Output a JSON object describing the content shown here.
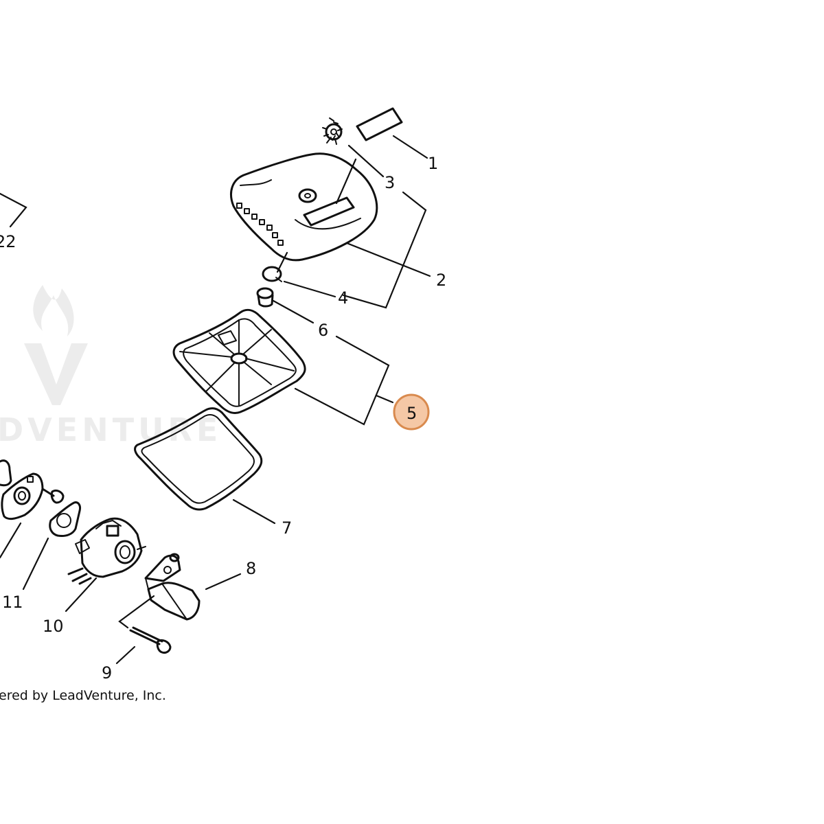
{
  "diagram": {
    "callouts": {
      "c1": "1",
      "c2": "2",
      "c3": "3",
      "c4": "4",
      "c5": "5",
      "c6": "6",
      "c7": "7",
      "c8": "8",
      "c9": "9",
      "c10": "10",
      "c11": "11",
      "c22": "22"
    },
    "highlighted_callout": "5",
    "highlight_color": "#f5c8a6",
    "highlight_border_color": "#d98a4e"
  },
  "watermark": {
    "text": "DVENTURE",
    "icon": "flame-v-logo-icon"
  },
  "footer": {
    "credit": "ered by LeadVenture, Inc."
  }
}
